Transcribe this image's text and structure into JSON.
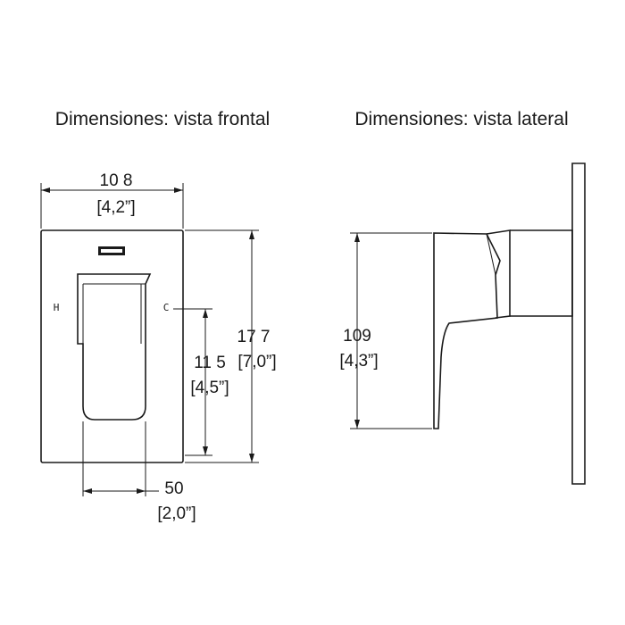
{
  "titles": {
    "front": "Dimensiones: vista frontal",
    "side": "Dimensiones: vista lateral"
  },
  "front": {
    "width_mm": "10 8",
    "width_in": "[4,2”]",
    "height_mm": "17 7",
    "height_in": "[7,0”]",
    "lever_height_mm": "11 5",
    "lever_height_in": "[4,5”]",
    "lever_width_mm": "50",
    "lever_width_in": "[2,0”]",
    "hot_mark": "H",
    "cold_mark": "C"
  },
  "side": {
    "height_mm": "109",
    "height_in": "[4,3”]"
  },
  "colors": {
    "line": "#1a1a1a",
    "background": "#ffffff"
  }
}
